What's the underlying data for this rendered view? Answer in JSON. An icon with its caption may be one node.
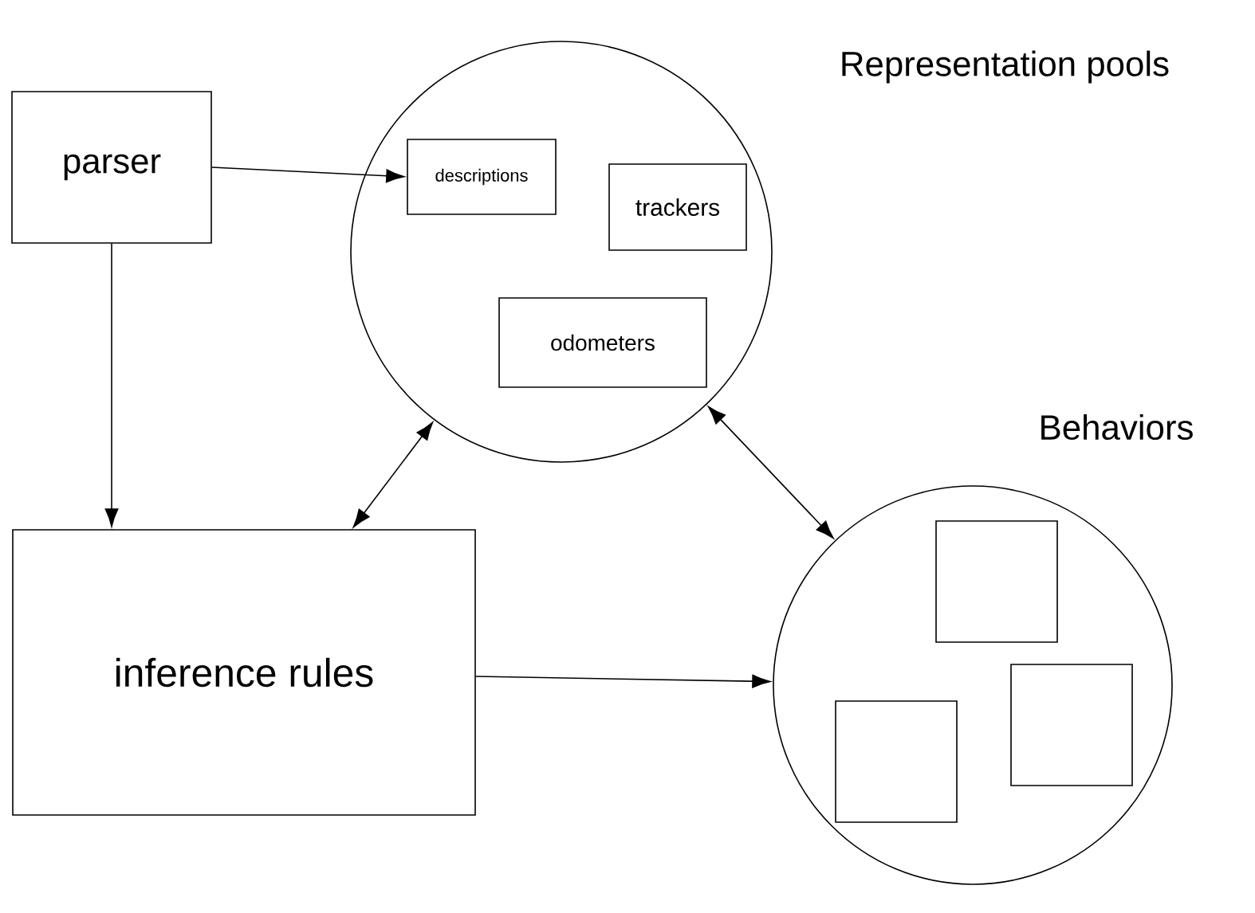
{
  "diagram": {
    "nodes": [
      {
        "text": [
          "parser"
        ]
      },
      {
        "text": [
          "Representation pools"
        ]
      },
      {
        "text": [
          "descriptions"
        ],
        "in": 1
      },
      {
        "text": [
          "trackers"
        ],
        "in": 1
      },
      {
        "text": [
          "odometers"
        ],
        "in": 1
      },
      {
        "text": [
          "inference rules"
        ]
      },
      {
        "text": [
          "Behaviors"
        ]
      },
      {
        "text": [],
        "shape": "box",
        "in": 6
      },
      {
        "text": [],
        "shape": "box",
        "in": 6
      },
      {
        "text": [],
        "shape": "box",
        "in": 6
      }
    ],
    "edges": [
      {
        "from": 0,
        "to": 2,
        "arrow": "to"
      },
      {
        "from": 0,
        "to": 5,
        "arrow": "to"
      },
      {
        "from": 5,
        "to": 1,
        "arrow": "both"
      },
      {
        "from": 1,
        "to": 6,
        "arrow": "both"
      },
      {
        "from": 5,
        "to": 6,
        "arrow": "to"
      }
    ]
  }
}
